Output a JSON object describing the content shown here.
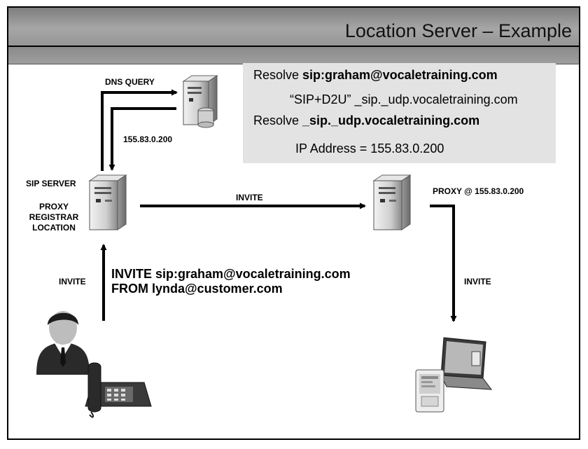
{
  "title": "Location Server – Example",
  "labels": {
    "dns_query": "DNS QUERY",
    "dns_ip": "155.83.0.200",
    "sip_server": "SIP SERVER",
    "proxy": "PROXY",
    "registrar": "REGISTRAR",
    "location": "LOCATION",
    "invite_top": "INVITE",
    "invite_left": "INVITE",
    "invite_right": "INVITE",
    "proxy_at": "PROXY @ 155.83.0.200"
  },
  "info_box": {
    "line1_prefix": "Resolve ",
    "line1_bold": "sip:graham@vocaletraining.com",
    "line2": "“SIP+D2U” _sip._udp.vocaletraining.com",
    "line3_prefix": "Resolve ",
    "line3_bold": "_sip._udp.vocaletraining.com",
    "line4": "IP Address = 155.83.0.200"
  },
  "invite_message": {
    "line1": "INVITE sip:graham@vocaletraining.com",
    "line2": "FROM lynda@customer.com"
  },
  "colors": {
    "title_bar": "#959595",
    "info_box_bg": "#e3e3e3",
    "arrow": "#000000"
  },
  "icons": [
    "dns-server-icon",
    "sip-server-icon",
    "proxy-server-icon",
    "user-icon",
    "telephone-icon",
    "laptop-pda-icon"
  ]
}
